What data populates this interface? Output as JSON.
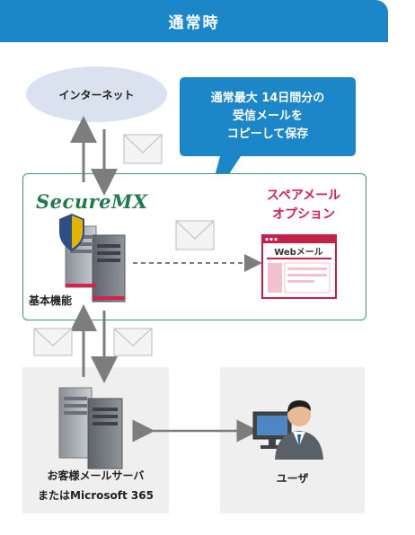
{
  "header": {
    "title": "通常時"
  },
  "internet": {
    "label": "インターネット"
  },
  "callout": {
    "lines": [
      "通常最大 14日間分の",
      "受信メールを",
      "コピーして保存"
    ]
  },
  "main_box": {
    "logo": "SecureMX",
    "basic_label": "基本機能",
    "option_lines": [
      "スペアメール",
      "オプション"
    ],
    "webmail_label": "Webメール"
  },
  "customer_server": {
    "lines": [
      "お客様メールサーバ",
      "またはMicrosoft 365"
    ]
  },
  "user": {
    "label": "ユーザ"
  },
  "colors": {
    "header": "#1b86c8",
    "callout": "#1b86c8",
    "cloud": "#d9e2ee",
    "box_border": "#3a9a78",
    "option_text": "#d6204e",
    "panel": "#efefef"
  }
}
